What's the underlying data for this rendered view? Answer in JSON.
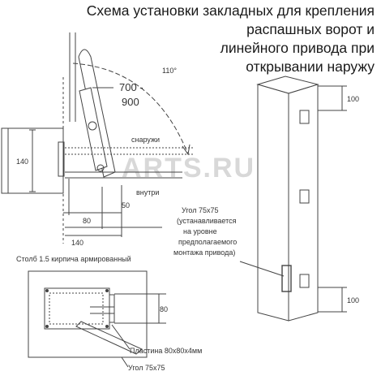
{
  "title": {
    "line1": "Схема установки закладных для крепления",
    "line2": "распашных ворот и",
    "line3": "линейного привода при",
    "line4": "открывании наружу"
  },
  "top_view": {
    "angle": "110°",
    "range_top": "700 -",
    "range_bottom": "900",
    "outside": "снаружи",
    "inside": "внутри",
    "dim_140_vert": "140",
    "dim_80": "80",
    "dim_50": "50",
    "dim_140_horiz": "140"
  },
  "post_view": {
    "dim_top": "100",
    "dim_bottom": "100",
    "angle_note_line1": "Угол 75х75",
    "angle_note_line2": "(устанавливается",
    "angle_note_line3": "на уровне",
    "angle_note_line4": "предполагаемого",
    "angle_note_line5": "монтажа привода)"
  },
  "section_view": {
    "caption": "Столб 1.5 кирпича армированный",
    "dim_80": "80",
    "plate_label": "Пластина 80х80х4мм",
    "angle_label": "Угол 75х75"
  },
  "watermark": "ARTS.RU"
}
